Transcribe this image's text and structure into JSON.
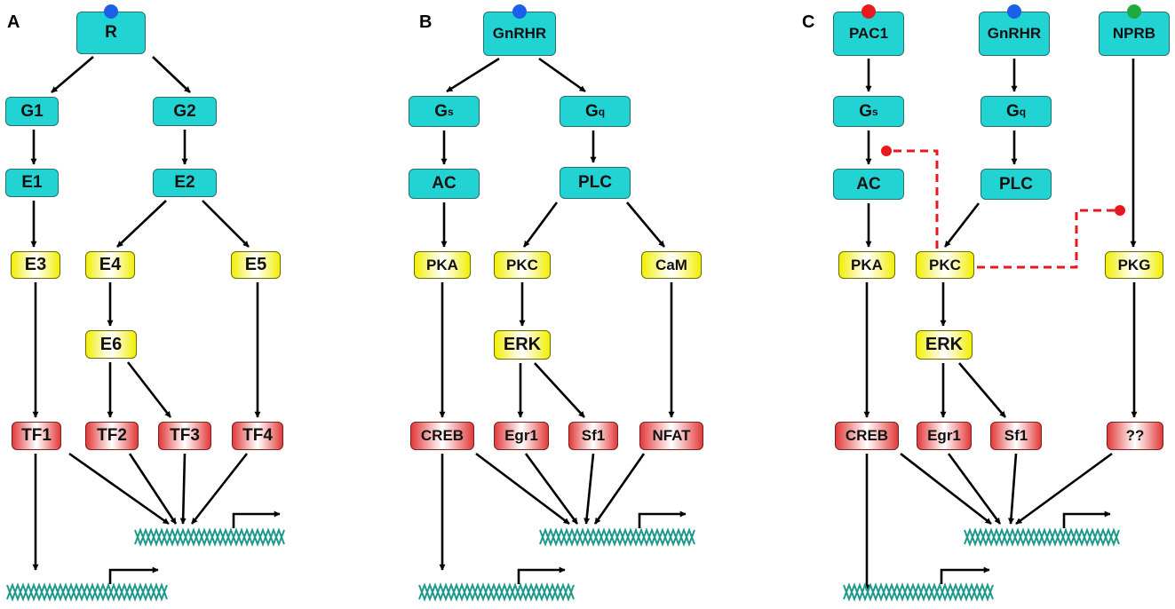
{
  "colors": {
    "receptor_fill": "#22d3d3",
    "kinase_fill": "#f2ef00",
    "tf_fill": "#e23a3a",
    "dna": "#1f9a8a",
    "inhibition": "#e8191e",
    "dot_blue": "#1c5fe8",
    "dot_red": "#e8191e",
    "dot_green": "#1faa3c"
  },
  "panels": {
    "a": {
      "label": "A",
      "r": "R",
      "g1": "G1",
      "g2": "G2",
      "e1": "E1",
      "e2": "E2",
      "e3": "E3",
      "e4": "E4",
      "e5": "E5",
      "e6": "E6",
      "tf1": "TF1",
      "tf2": "TF2",
      "tf3": "TF3",
      "tf4": "TF4"
    },
    "b": {
      "label": "B",
      "gnrhr": "GnRHR",
      "gs_base": "G",
      "gs_sub": "s",
      "gq_base": "G",
      "gq_sub": "q",
      "ac": "AC",
      "plc": "PLC",
      "pka": "PKA",
      "pkc": "PKC",
      "cam": "CaM",
      "erk": "ERK",
      "creb": "CREB",
      "egr1": "Egr1",
      "sf1": "Sf1",
      "nfat": "NFAT"
    },
    "c": {
      "label": "C",
      "pac1": "PAC1",
      "gnrhr": "GnRHR",
      "nprb": "NPRB",
      "gs_base": "G",
      "gs_sub": "s",
      "gq_base": "G",
      "gq_sub": "q",
      "ac": "AC",
      "plc": "PLC",
      "pka": "PKA",
      "pkc": "PKC",
      "pkg": "PKG",
      "erk": "ERK",
      "creb": "CREB",
      "egr1": "Egr1",
      "sf1": "Sf1",
      "unknown": "??"
    }
  }
}
